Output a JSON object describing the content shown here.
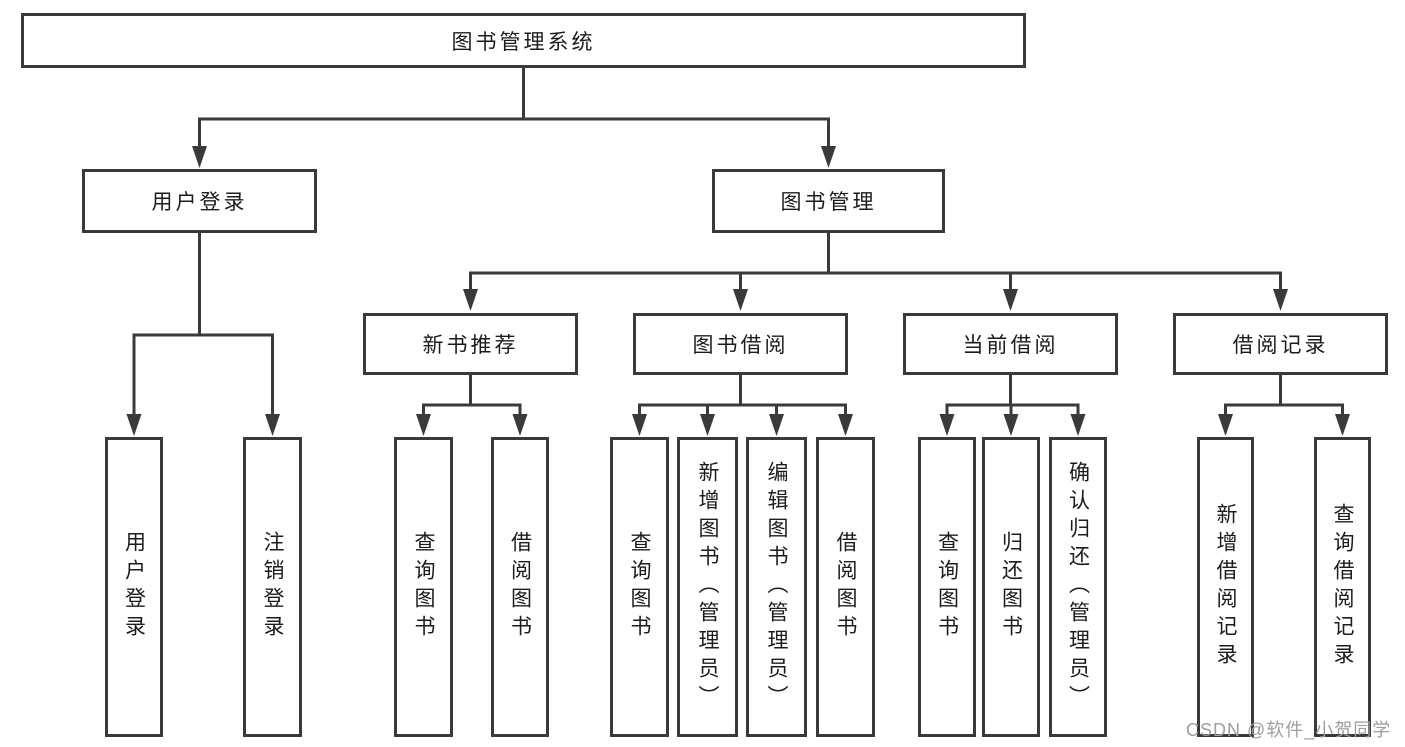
{
  "diagram": {
    "root": {
      "label": "图书管理系统"
    },
    "level2": [
      {
        "label": "用户登录"
      },
      {
        "label": "图书管理"
      }
    ],
    "level3": [
      {
        "label": "新书推荐"
      },
      {
        "label": "图书借阅"
      },
      {
        "label": "当前借阅"
      },
      {
        "label": "借阅记录"
      }
    ],
    "leaves": [
      {
        "label": "用户登录"
      },
      {
        "label": "注销登录"
      },
      {
        "label": "查询图书"
      },
      {
        "label": "借阅图书"
      },
      {
        "label": "查询图书"
      },
      {
        "label": "新增图书（管理员）"
      },
      {
        "label": "编辑图书（管理员）"
      },
      {
        "label": "借阅图书"
      },
      {
        "label": "查询图书"
      },
      {
        "label": "归还图书"
      },
      {
        "label": "确认归还（管理员）"
      },
      {
        "label": "新增借阅记录"
      },
      {
        "label": "查询借阅记录"
      }
    ]
  },
  "watermark": {
    "text": "CSDN @软件_小贺同学"
  },
  "colors": {
    "background": "#ffffff",
    "line": "#3a3a3a",
    "text": "#1c1c1c",
    "watermark": "#9e9e9e"
  }
}
